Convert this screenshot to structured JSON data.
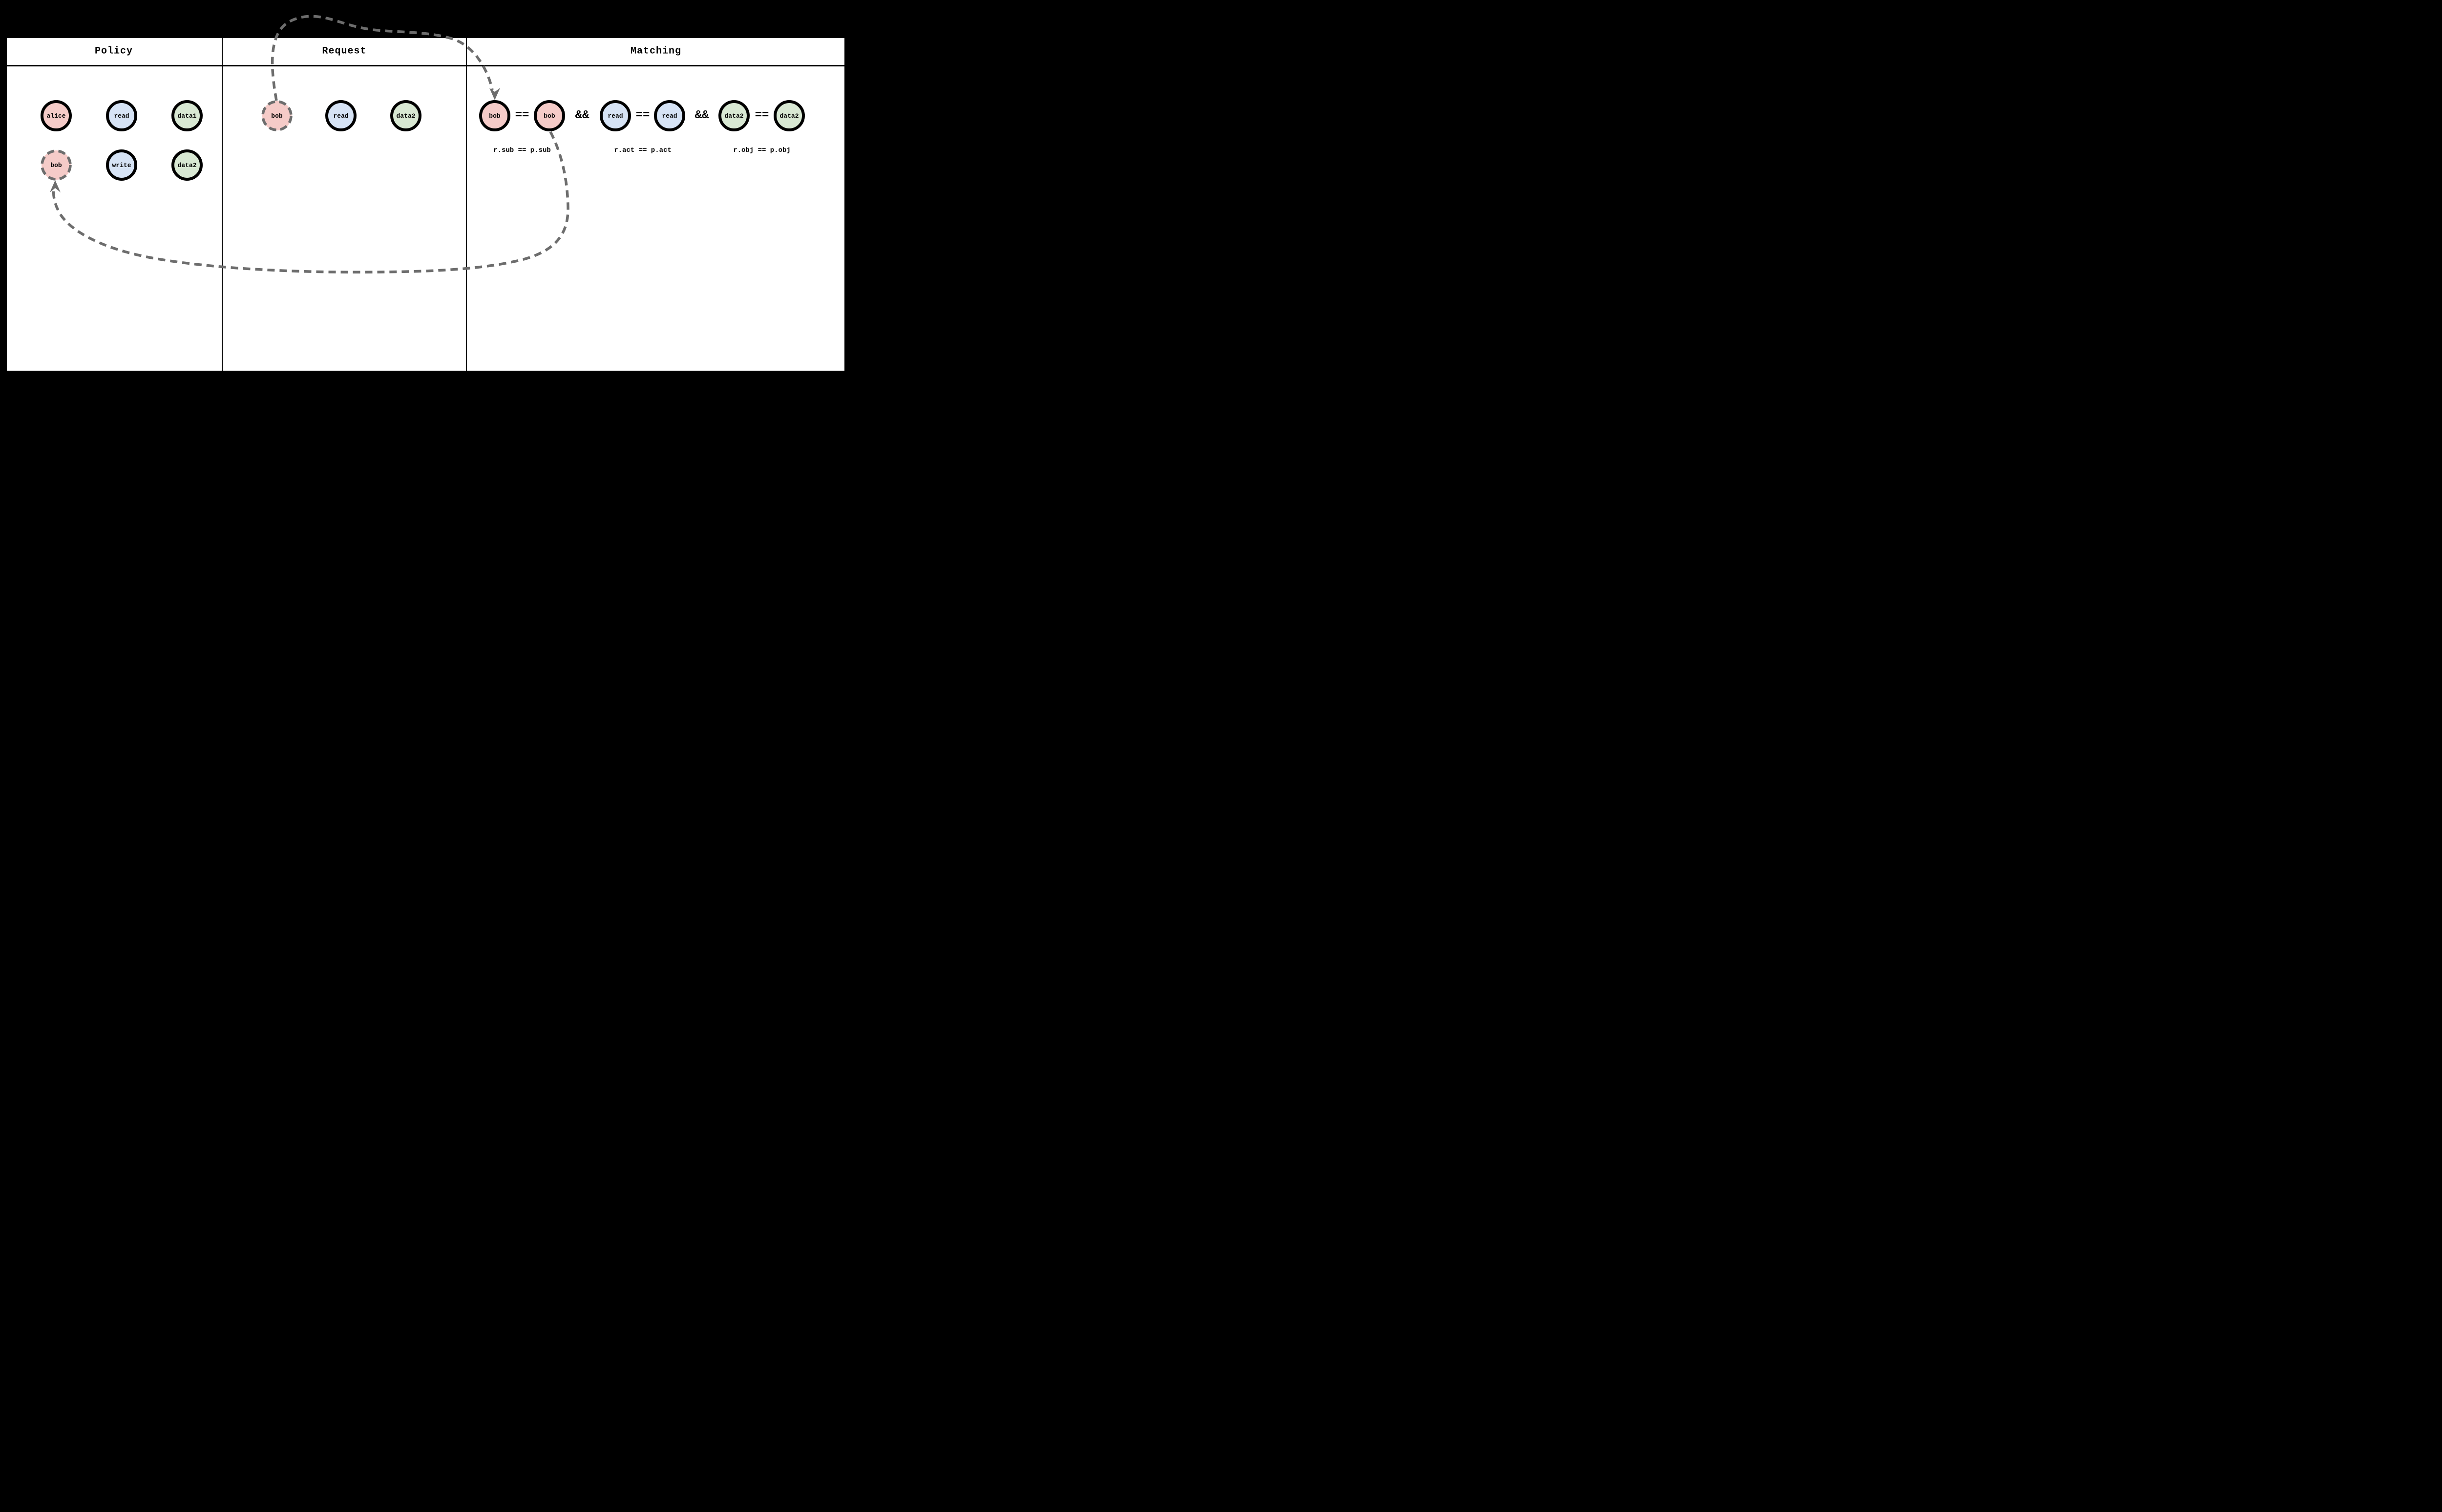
{
  "diagram": {
    "headers": {
      "policy": "Policy",
      "request": "Request",
      "matching": "Matching"
    },
    "policy": {
      "row1": [
        {
          "label": "alice"
        },
        {
          "label": "read"
        },
        {
          "label": "data1"
        }
      ],
      "row2": [
        {
          "label": "bob"
        },
        {
          "label": "write"
        },
        {
          "label": "data2"
        }
      ]
    },
    "request": {
      "nodes": [
        {
          "label": "bob"
        },
        {
          "label": "read"
        },
        {
          "label": "data2"
        }
      ]
    },
    "matching": {
      "groups": [
        {
          "left": "bob",
          "op": "==",
          "right": "bob",
          "caption": "r.sub == p.sub"
        },
        {
          "left": "read",
          "op": "==",
          "right": "read",
          "caption": "r.act == p.act"
        },
        {
          "left": "data2",
          "op": "==",
          "right": "data2",
          "caption": "r.obj == p.obj"
        }
      ],
      "and": "&&"
    },
    "colors": {
      "subject_fill": "#f5cbc8",
      "action_fill": "#d6e3f5",
      "object_fill": "#d8e8d3",
      "node_border": "#000000",
      "dashed_arrow": "#6d6d6d",
      "panel_bg": "#ffffff",
      "page_bg": "#000000"
    }
  }
}
